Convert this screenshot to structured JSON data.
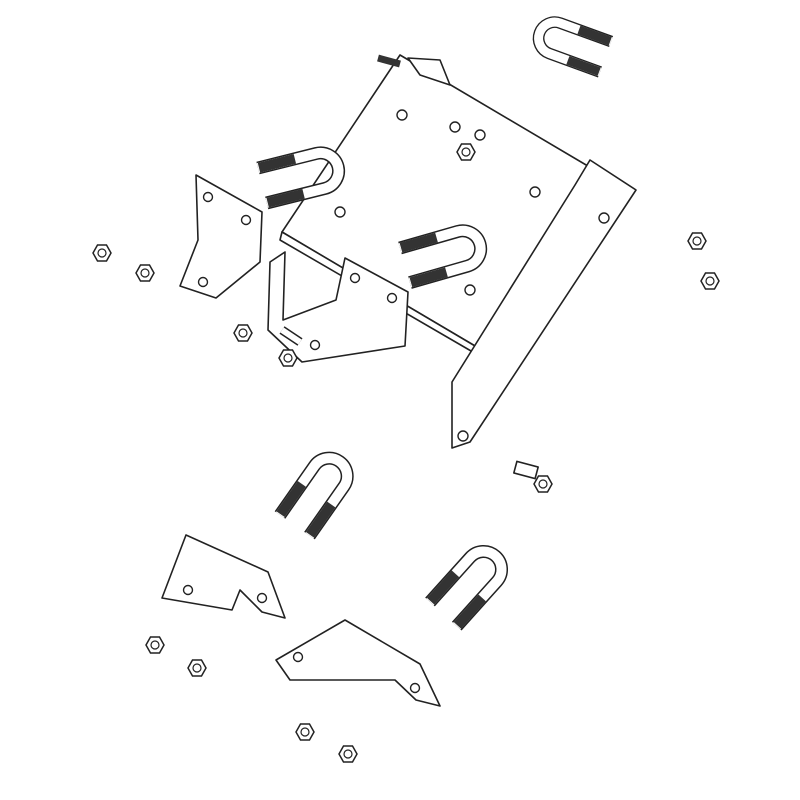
{
  "diagram": {
    "type": "exploded-parts-drawing",
    "colors": {
      "line": "#222222",
      "thread": "#333333",
      "fill": "#ffffff"
    },
    "parts": {
      "mounting_plate": 1,
      "side_bracket": 1,
      "angle_brackets": 4,
      "u_bolts": 5,
      "hex_nuts": 11,
      "hex_bolts": 2
    }
  }
}
